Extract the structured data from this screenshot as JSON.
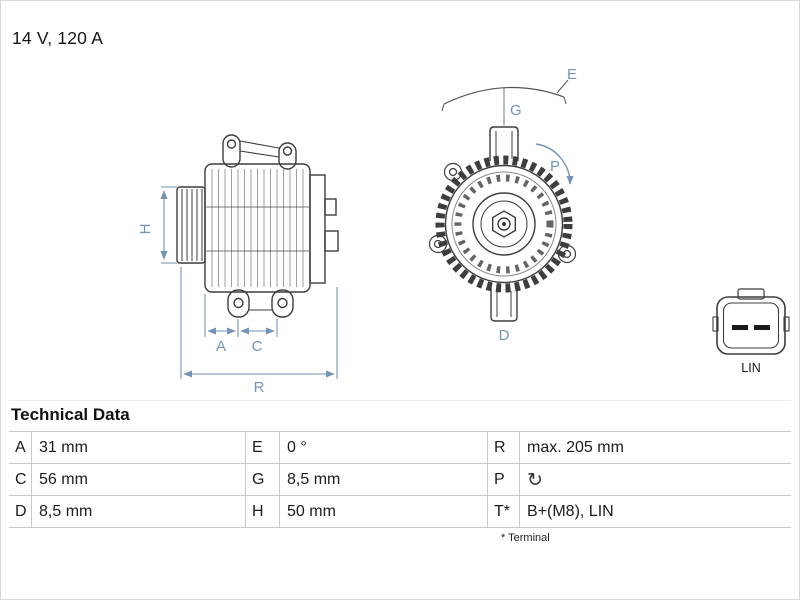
{
  "page": {
    "rating": "14 V, 120 A"
  },
  "diagram": {
    "labels": {
      "H": "H",
      "A": "A",
      "C": "C",
      "R": "R",
      "E": "E",
      "G": "G",
      "P": "P",
      "D": "D"
    },
    "connector": {
      "label": "LIN"
    },
    "colors": {
      "dimension": "#7593b5",
      "line": "#3d3d3d"
    }
  },
  "table": {
    "title": "Technical Data",
    "rows": [
      [
        {
          "key": "A",
          "value": "31 mm"
        },
        {
          "key": "E",
          "value": "0 °"
        },
        {
          "key": "R",
          "value": "max. 205 mm"
        }
      ],
      [
        {
          "key": "C",
          "value": "56 mm"
        },
        {
          "key": "G",
          "value": "8,5 mm"
        },
        {
          "key": "P",
          "value": "↻"
        }
      ],
      [
        {
          "key": "D",
          "value": "8,5 mm"
        },
        {
          "key": "H",
          "value": "50 mm"
        },
        {
          "key": "T*",
          "value": "B+(M8), LIN"
        }
      ]
    ],
    "footnote": "* Terminal"
  }
}
